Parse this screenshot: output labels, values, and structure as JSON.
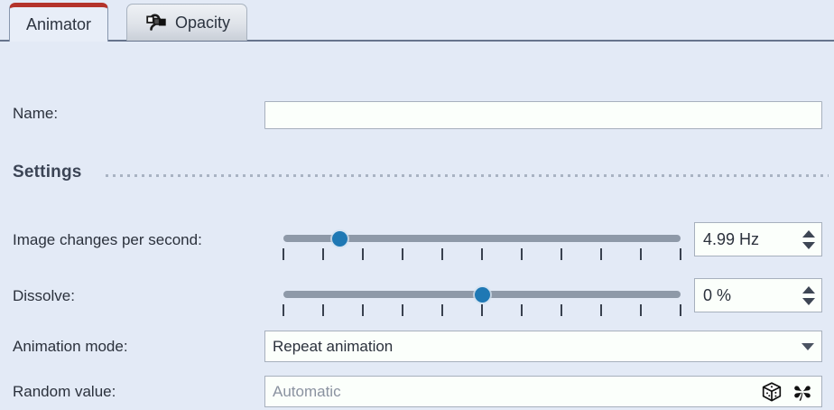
{
  "tabs": [
    {
      "label": "Animator",
      "active": true,
      "icon": null
    },
    {
      "label": "Opacity",
      "active": false,
      "icon": "opacity-curve-icon"
    }
  ],
  "form": {
    "name": {
      "label": "Name:",
      "value": "",
      "placeholder": ""
    },
    "settings_section": {
      "title": "Settings"
    },
    "image_changes": {
      "label": "Image changes per second:",
      "slider_percent": 14,
      "tick_count": 11,
      "spin_value": "4.99 Hz"
    },
    "dissolve": {
      "label": "Dissolve:",
      "slider_percent": 50,
      "tick_count": 11,
      "spin_value": "0 %"
    },
    "animation_mode": {
      "label": "Animation mode:",
      "value": "Repeat animation"
    },
    "random_value": {
      "label": "Random value:",
      "value": "",
      "placeholder": "Automatic",
      "icons": [
        {
          "name": "dice-icon"
        },
        {
          "name": "clover-icon"
        }
      ]
    }
  },
  "colors": {
    "background": "#e3eaf6",
    "active_tab_accent": "#b4332b",
    "slider_handle": "#1f78b4",
    "slider_track": "#8e99a8",
    "field_background": "#fbfffb",
    "field_border": "#a7b0bd"
  }
}
